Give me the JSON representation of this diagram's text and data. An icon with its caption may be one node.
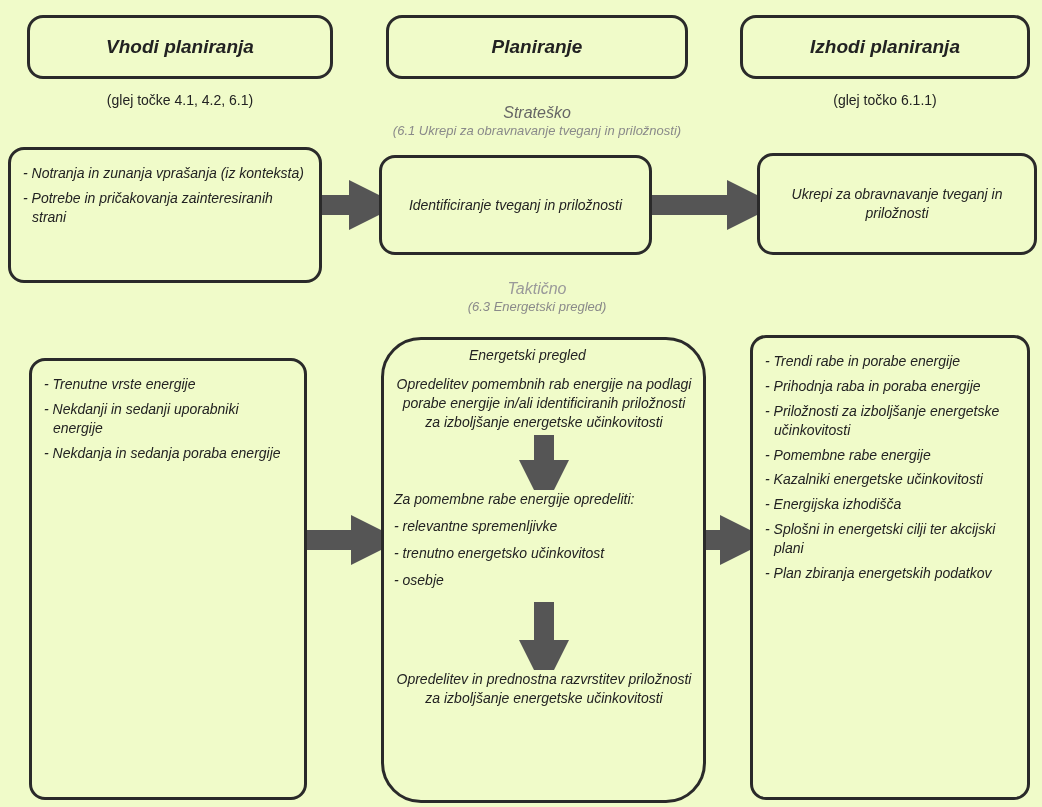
{
  "diagram": {
    "nodes": [
      {
        "text": [
          "Vhodi planiranja"
        ],
        "beside": [
          "(glej točke 4.1, 4.2, 6.1)"
        ]
      },
      {
        "text": [
          "Planiranje"
        ]
      },
      {
        "text": [
          "Izhodi planiranja"
        ],
        "beside": [
          "(glej točko 6.1.1)"
        ]
      },
      {
        "text": [
          "- Notranja in zunanja vprašanja (iz konteksta)",
          "- Potrebe in pričakovanja zainteresiranih strani"
        ]
      },
      {
        "text": [
          "Identificiranje tveganj in priložnosti"
        ]
      },
      {
        "text": [
          "Ukrepi za obravnavanje tveganj in priložnosti"
        ]
      },
      {
        "text": [
          "- Trenutne vrste energije",
          "- Nekdanji in sedanji uporabniki energije",
          "- Nekdanja in sedanja poraba energije"
        ]
      },
      {
        "text": [
          "Energetski pregled"
        ]
      },
      {
        "text": [
          "Opredelitev pomembnih rab energije na podlagi porabe energije in/ali identificiranih priložnosti za izboljšanje energetske učinkovitosti"
        ],
        "in": 7
      },
      {
        "text": [
          "Za pomembne rabe energije opredeliti:",
          "- relevantne spremenljivke",
          "- trenutno energetsko učinkovitost",
          "- osebje"
        ],
        "in": 7
      },
      {
        "text": [
          "Opredelitev in prednostna razvrstitev priložnosti za izboljšanje energetske učinkovitosti"
        ],
        "in": 7
      },
      {
        "text": [
          "- Trendi rabe in porabe energije",
          "- Prihodnja raba in poraba energije",
          "- Priložnosti za izboljšanje energetske učinkovitosti",
          "- Pomembne rabe energije",
          "- Kazalniki energetske učinkovitosti",
          "- Energijska izhodišča",
          "- Splošni in energetski cilji ter akcijski plani",
          "- Plan zbiranja energetskih podatkov"
        ]
      }
    ],
    "edges": [
      {
        "from": 3,
        "to": 4,
        "arrow": "to"
      },
      {
        "from": 4,
        "to": 5,
        "arrow": "to"
      },
      {
        "from": 6,
        "to": 7,
        "arrow": "to"
      },
      {
        "from": 8,
        "to": 9,
        "arrow": "to"
      },
      {
        "from": 9,
        "to": 10,
        "arrow": "to"
      },
      {
        "from": 7,
        "to": 11,
        "arrow": "to"
      }
    ],
    "labels": [
      "Strateško",
      "(6.1 Ukrepi za obravnavanje tveganj in priložnosti)",
      "Taktično",
      "(6.3 Energetski pregled)"
    ]
  }
}
